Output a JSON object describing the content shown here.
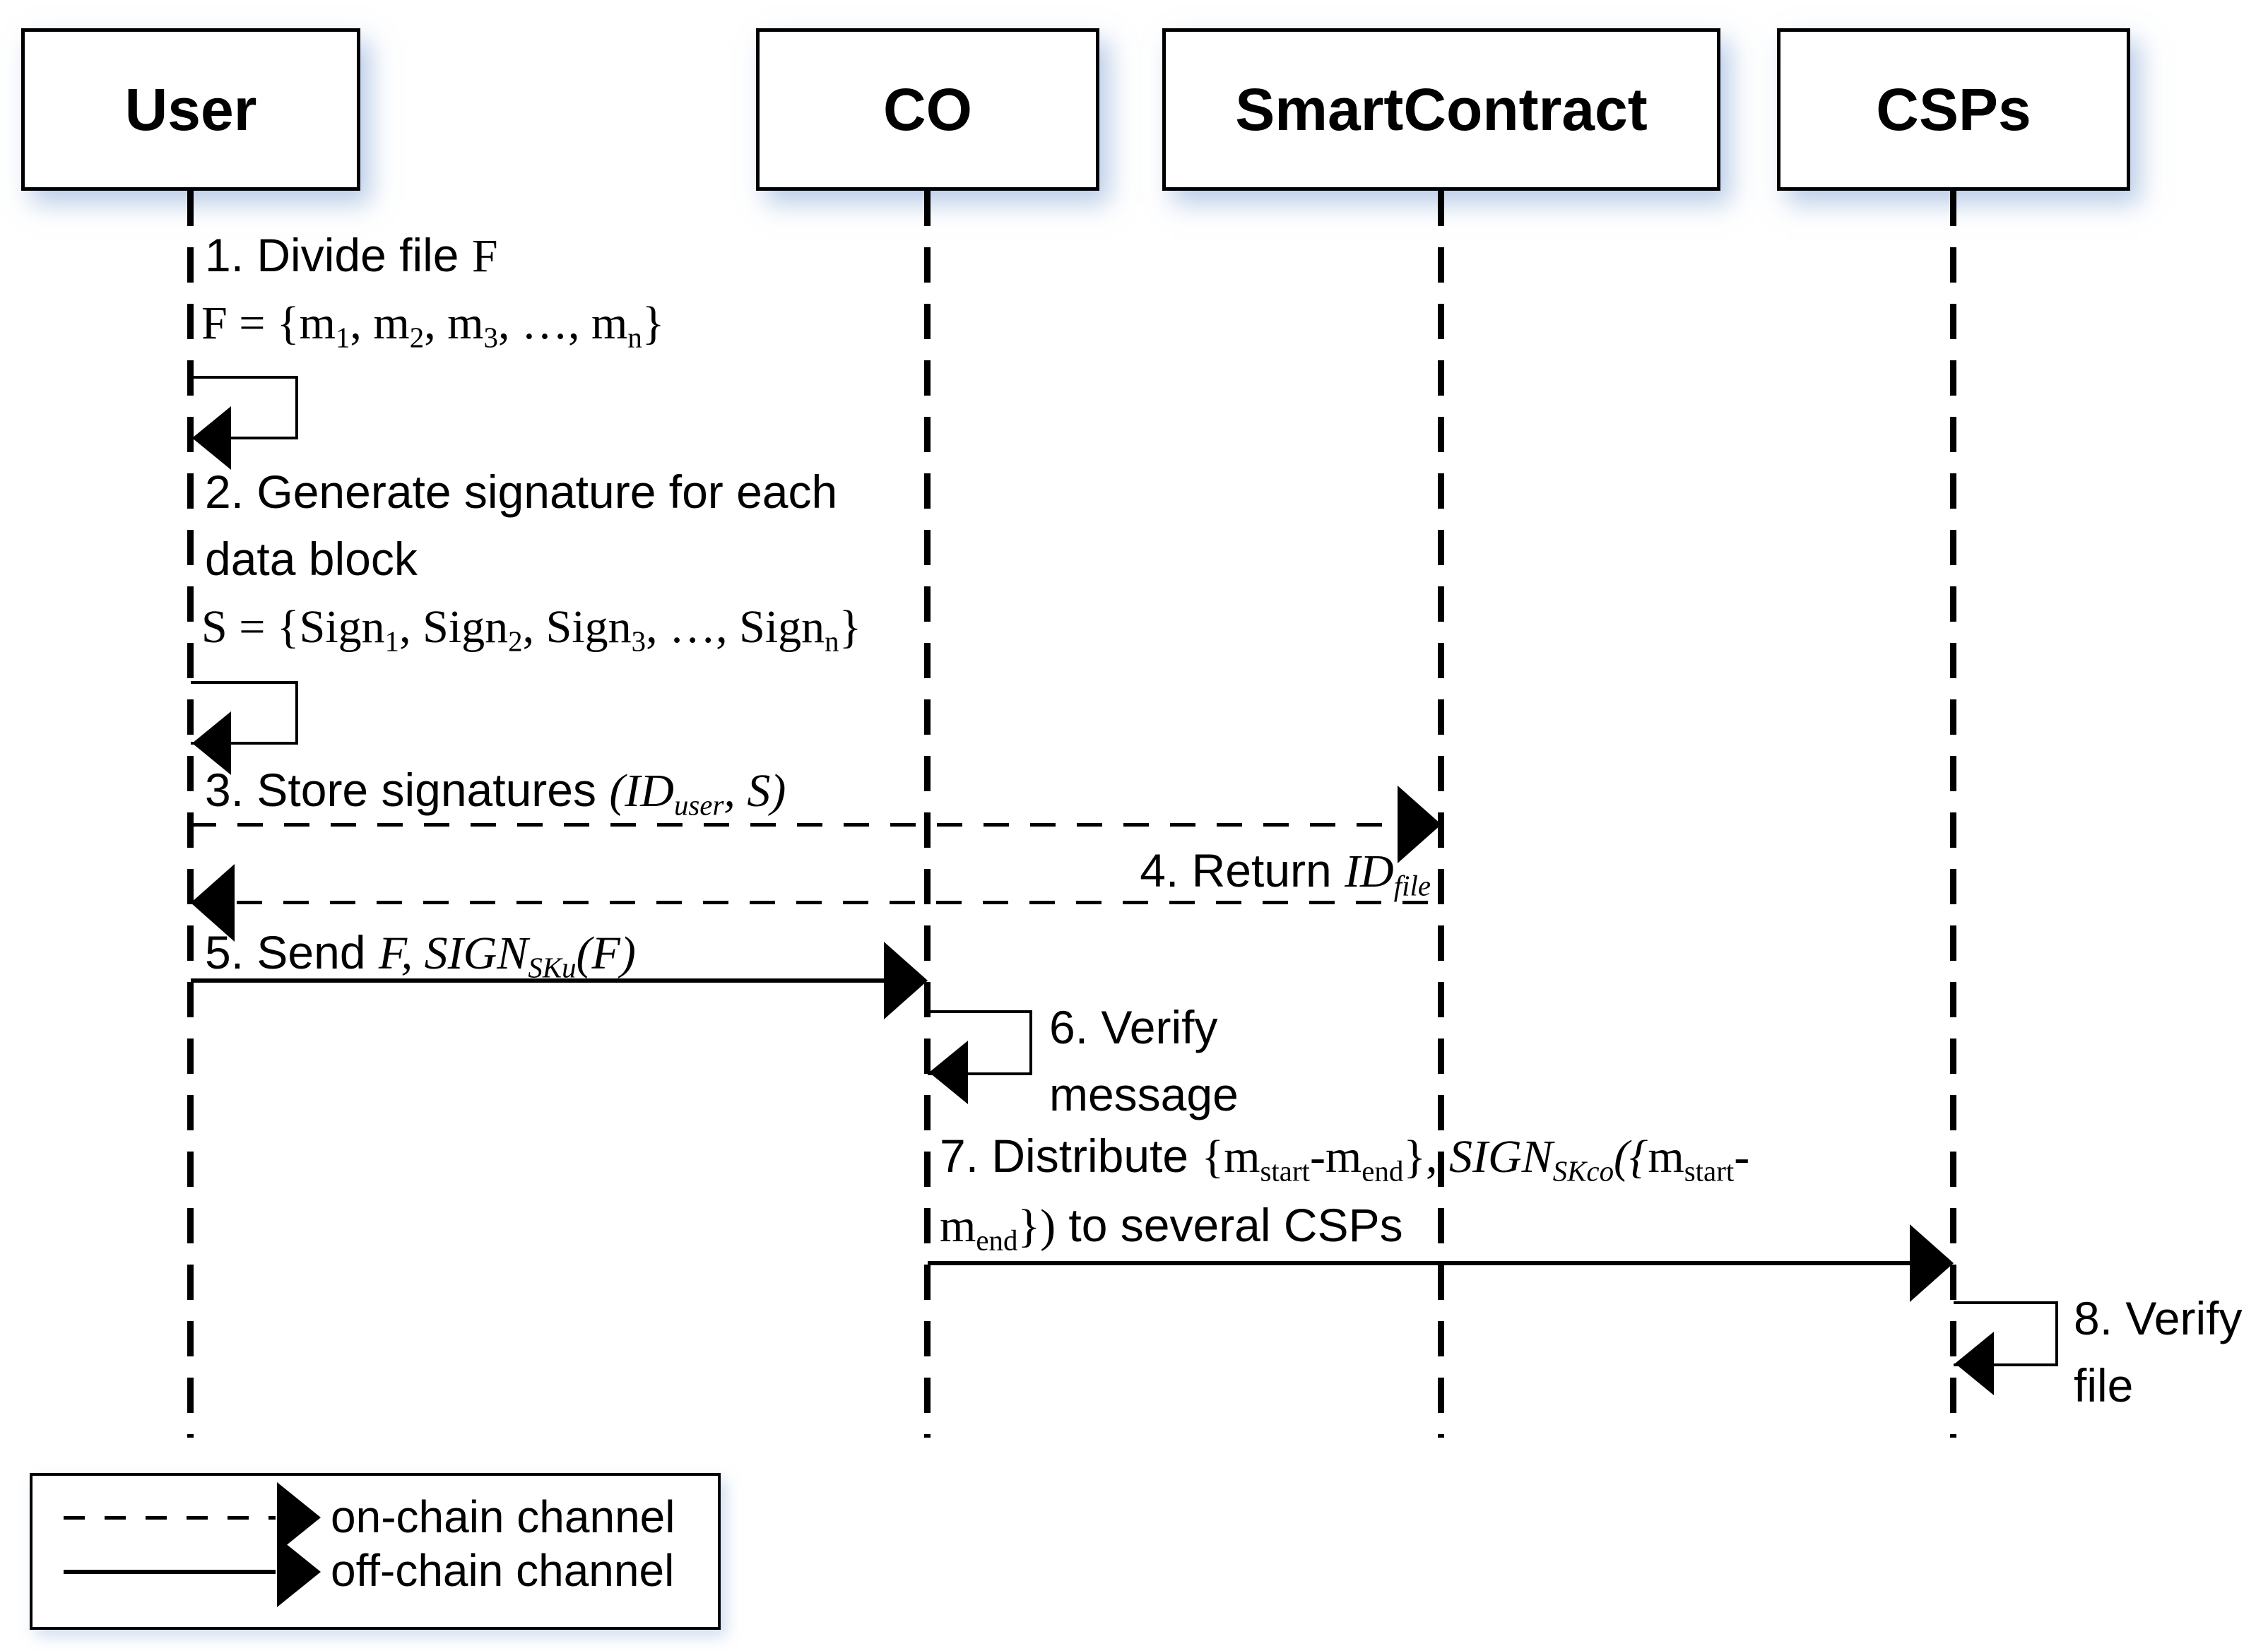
{
  "diagram": {
    "actors": [
      {
        "name": "User"
      },
      {
        "name": "CO"
      },
      {
        "name": "SmartContract"
      },
      {
        "name": "CSPs"
      }
    ],
    "messages": {
      "m1": {
        "lines": [
          [
            {
              "f": "sans",
              "t": "1. Divide file "
            },
            {
              "f": "serif",
              "t": "F"
            }
          ],
          [
            {
              "f": "serif",
              "t": "F = {m"
            },
            {
              "f": "serif",
              "sub": true,
              "t": "1"
            },
            {
              "f": "serif",
              "t": ", m"
            },
            {
              "f": "serif",
              "sub": true,
              "t": "2"
            },
            {
              "f": "serif",
              "t": ", m"
            },
            {
              "f": "serif",
              "sub": true,
              "t": "3"
            },
            {
              "f": "serif",
              "t": ", …, m"
            },
            {
              "f": "serif",
              "sub": true,
              "t": "n"
            },
            {
              "f": "serif",
              "t": "}"
            }
          ]
        ]
      },
      "m2": {
        "lines": [
          [
            {
              "f": "sans",
              "t": "2. Generate signature for each"
            }
          ],
          [
            {
              "f": "sans",
              "t": "data block"
            }
          ],
          [
            {
              "f": "serif",
              "t": "S = {Sign"
            },
            {
              "f": "serif",
              "sub": true,
              "t": "1"
            },
            {
              "f": "serif",
              "t": ", Sign"
            },
            {
              "f": "serif",
              "sub": true,
              "t": "2"
            },
            {
              "f": "serif",
              "t": ", Sign"
            },
            {
              "f": "serif",
              "sub": true,
              "t": "3"
            },
            {
              "f": "serif",
              "t": ", …, Sign"
            },
            {
              "f": "serif",
              "sub": true,
              "t": "n"
            },
            {
              "f": "serif",
              "t": "}"
            }
          ]
        ]
      },
      "m3": {
        "lines": [
          [
            {
              "f": "sans",
              "t": "3. Store signatures "
            },
            {
              "f": "si",
              "t": "(ID"
            },
            {
              "f": "si",
              "sub": true,
              "t": "user"
            },
            {
              "f": "si",
              "t": ", S"
            },
            {
              "f": "si",
              "t": ")"
            }
          ]
        ]
      },
      "m4": {
        "lines": [
          [
            {
              "f": "sans",
              "t": "4. Return "
            },
            {
              "f": "si",
              "t": "ID"
            },
            {
              "f": "si",
              "sub": true,
              "t": "file"
            }
          ]
        ]
      },
      "m5": {
        "lines": [
          [
            {
              "f": "sans",
              "t": "5. Send "
            },
            {
              "f": "si",
              "t": "F, SIGN"
            },
            {
              "f": "si",
              "sub": true,
              "t": "SKu"
            },
            {
              "f": "si",
              "t": "(F)"
            }
          ]
        ]
      },
      "m6": {
        "lines": [
          [
            {
              "f": "sans",
              "t": "6. Verify"
            }
          ],
          [
            {
              "f": "sans",
              "t": "message"
            }
          ]
        ]
      },
      "m7": {
        "lines": [
          [
            {
              "f": "sans",
              "t": "7. Distribute "
            },
            {
              "f": "serif",
              "t": "{m"
            },
            {
              "f": "serif",
              "sub": true,
              "t": "start"
            },
            {
              "f": "serif",
              "t": "-m"
            },
            {
              "f": "serif",
              "sub": true,
              "t": "end"
            },
            {
              "f": "serif",
              "t": "}, "
            },
            {
              "f": "si",
              "t": "SIGN"
            },
            {
              "f": "si",
              "sub": true,
              "t": "SKco"
            },
            {
              "f": "si",
              "t": "({"
            },
            {
              "f": "serif",
              "t": "m"
            },
            {
              "f": "serif",
              "sub": true,
              "t": "start"
            },
            {
              "f": "serif",
              "t": "-"
            }
          ],
          [
            {
              "f": "serif",
              "t": "m"
            },
            {
              "f": "serif",
              "sub": true,
              "t": "end"
            },
            {
              "f": "serif",
              "t": "})"
            },
            {
              "f": "sans",
              "t": " to several CSPs"
            }
          ]
        ]
      },
      "m8": {
        "lines": [
          [
            {
              "f": "sans",
              "t": "8. Verify"
            }
          ],
          [
            {
              "f": "sans",
              "t": "file"
            }
          ]
        ]
      }
    },
    "legend": {
      "on_chain": "on-chain channel",
      "off_chain": "off-chain channel"
    },
    "colors": {
      "ink": "#000000",
      "paper": "#ffffff",
      "box_shadow": "#80a3d6"
    }
  }
}
